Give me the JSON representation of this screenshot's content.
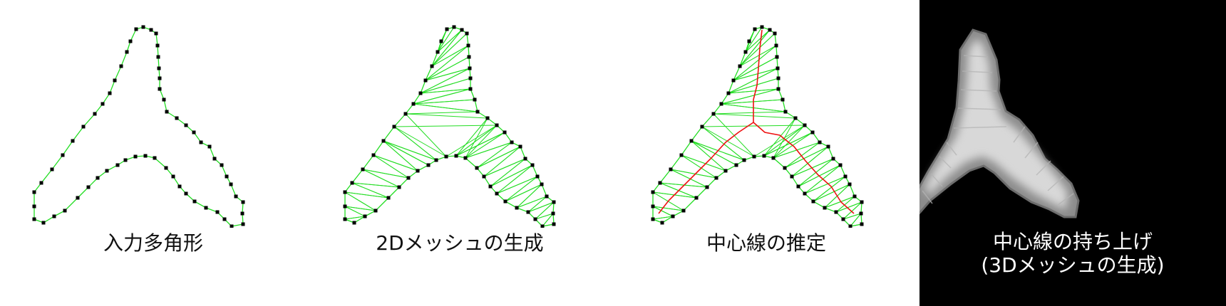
{
  "panels": [
    {
      "caption": "入力多角形"
    },
    {
      "caption": "2Dメッシュの生成"
    },
    {
      "caption": "中心線の推定"
    },
    {
      "caption_line1": "中心線の持ち上げ",
      "caption_line2": "(3Dメッシュの生成)"
    }
  ],
  "colors": {
    "edge": "#22dd22",
    "vertex": "#000000",
    "centerline": "#ee1111",
    "background_3d": "#000000"
  }
}
